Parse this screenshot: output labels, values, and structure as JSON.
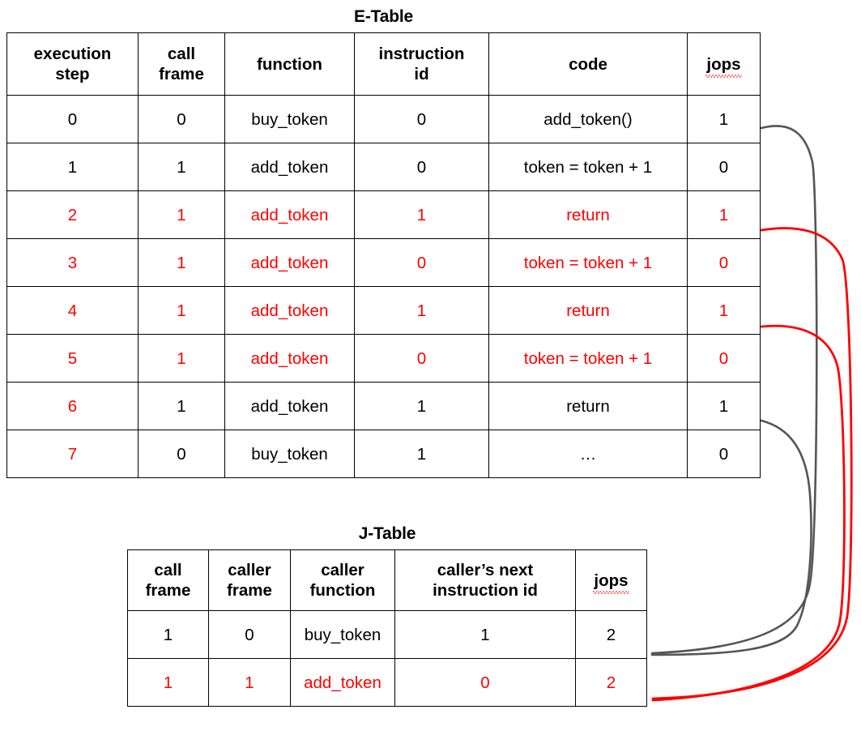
{
  "page": {
    "background": "#ffffff",
    "highlight_color": "#ff0000",
    "default_color": "#000000",
    "connector_gray": "#555555"
  },
  "e_table": {
    "title": "E-Table",
    "columns": [
      {
        "label": "execution step",
        "key": "execution_step"
      },
      {
        "label": "call frame",
        "key": "call_frame"
      },
      {
        "label": "function",
        "key": "function"
      },
      {
        "label": "instruction id",
        "key": "instruction_id"
      },
      {
        "label": "code",
        "key": "code"
      },
      {
        "label": "jops",
        "key": "jops",
        "spellcheck_underline": true
      }
    ],
    "header_cells": {
      "c0_line1": "execution",
      "c0_line2": "step",
      "c1_line1": "call",
      "c1_line2": "frame",
      "c2": "function",
      "c3_line1": "instruction",
      "c3_line2": "id",
      "c4": "code",
      "c5": "jops"
    },
    "rows": [
      {
        "execution_step": "0",
        "call_frame": "0",
        "function": "buy_token",
        "instruction_id": "0",
        "code": "add_token()",
        "jops": "1",
        "colors": {
          "execution_step": "#000000",
          "call_frame": "#000000",
          "function": "#000000",
          "instruction_id": "#000000",
          "code": "#000000",
          "jops": "#000000"
        }
      },
      {
        "execution_step": "1",
        "call_frame": "1",
        "function": "add_token",
        "instruction_id": "0",
        "code": "token = token + 1",
        "jops": "0",
        "colors": {
          "execution_step": "#000000",
          "call_frame": "#000000",
          "function": "#000000",
          "instruction_id": "#000000",
          "code": "#000000",
          "jops": "#000000"
        }
      },
      {
        "execution_step": "2",
        "call_frame": "1",
        "function": "add_token",
        "instruction_id": "1",
        "code": "return",
        "jops": "1",
        "colors": {
          "execution_step": "#ff0000",
          "call_frame": "#ff0000",
          "function": "#ff0000",
          "instruction_id": "#ff0000",
          "code": "#ff0000",
          "jops": "#ff0000"
        }
      },
      {
        "execution_step": "3",
        "call_frame": "1",
        "function": "add_token",
        "instruction_id": "0",
        "code": "token = token + 1",
        "jops": "0",
        "colors": {
          "execution_step": "#ff0000",
          "call_frame": "#ff0000",
          "function": "#ff0000",
          "instruction_id": "#ff0000",
          "code": "#ff0000",
          "jops": "#ff0000"
        }
      },
      {
        "execution_step": "4",
        "call_frame": "1",
        "function": "add_token",
        "instruction_id": "1",
        "code": "return",
        "jops": "1",
        "colors": {
          "execution_step": "#ff0000",
          "call_frame": "#ff0000",
          "function": "#ff0000",
          "instruction_id": "#ff0000",
          "code": "#ff0000",
          "jops": "#ff0000"
        }
      },
      {
        "execution_step": "5",
        "call_frame": "1",
        "function": "add_token",
        "instruction_id": "0",
        "code": "token = token + 1",
        "jops": "0",
        "colors": {
          "execution_step": "#ff0000",
          "call_frame": "#ff0000",
          "function": "#ff0000",
          "instruction_id": "#ff0000",
          "code": "#ff0000",
          "jops": "#ff0000"
        }
      },
      {
        "execution_step": "6",
        "call_frame": "1",
        "function": "add_token",
        "instruction_id": "1",
        "code": "return",
        "jops": "1",
        "colors": {
          "execution_step": "#ff0000",
          "call_frame": "#000000",
          "function": "#000000",
          "instruction_id": "#000000",
          "code": "#000000",
          "jops": "#000000"
        }
      },
      {
        "execution_step": "7",
        "call_frame": "0",
        "function": "buy_token",
        "instruction_id": "1",
        "code": "…",
        "jops": "0",
        "colors": {
          "execution_step": "#ff0000",
          "call_frame": "#000000",
          "function": "#000000",
          "instruction_id": "#000000",
          "code": "#000000",
          "jops": "#000000"
        }
      }
    ]
  },
  "j_table": {
    "title": "J-Table",
    "columns": [
      {
        "label": "call frame",
        "key": "call_frame"
      },
      {
        "label": "caller frame",
        "key": "caller_frame"
      },
      {
        "label": "caller function",
        "key": "caller_function"
      },
      {
        "label": "caller’s next instruction id",
        "key": "callers_next_instruction_id"
      },
      {
        "label": "jops",
        "key": "jops",
        "spellcheck_underline": true
      }
    ],
    "header_cells": {
      "c0_line1": "call",
      "c0_line2": "frame",
      "c1_line1": "caller",
      "c1_line2": "frame",
      "c2_line1": "caller",
      "c2_line2": "function",
      "c3_line1": "caller’s next",
      "c3_line2": "instruction id",
      "c4": "jops"
    },
    "rows": [
      {
        "call_frame": "1",
        "caller_frame": "0",
        "caller_function": "buy_token",
        "callers_next_instruction_id": "1",
        "jops": "2",
        "colors": {
          "call_frame": "#000000",
          "caller_frame": "#000000",
          "caller_function": "#000000",
          "callers_next_instruction_id": "#000000",
          "jops": "#000000"
        }
      },
      {
        "call_frame": "1",
        "caller_frame": "1",
        "caller_function": "add_token",
        "callers_next_instruction_id": "0",
        "jops": "2",
        "colors": {
          "call_frame": "#ff0000",
          "caller_frame": "#ff0000",
          "caller_function": "#ff0000",
          "callers_next_instruction_id": "#ff0000",
          "jops": "#ff0000"
        }
      }
    ]
  },
  "connectors": [
    {
      "name": "connector-etable-row0-to-jtable-row1",
      "color": "#555555",
      "from_row": 0,
      "to_row": 1
    },
    {
      "name": "connector-etable-row6-to-jtable-row1",
      "color": "#555555",
      "from_row": 6,
      "to_row": 1
    },
    {
      "name": "connector-etable-row2-to-jtable-row2",
      "color": "#ff0000",
      "from_row": 2,
      "to_row": 2
    },
    {
      "name": "connector-etable-row4-to-jtable-row2",
      "color": "#ff0000",
      "from_row": 4,
      "to_row": 2
    }
  ]
}
